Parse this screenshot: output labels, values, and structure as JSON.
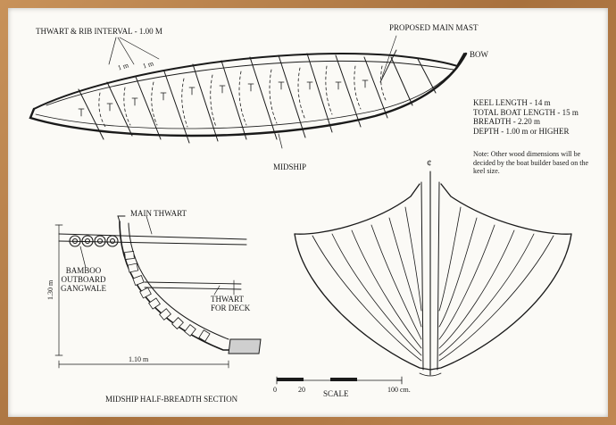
{
  "labels": {
    "thwart_rib": "THWART & RIB INTERVAL - 1.00 M",
    "proposed_mast": "PROPOSED MAIN MAST",
    "bow": "BOW",
    "midship": "MIDSHIP",
    "main_thwart": "MAIN THWART",
    "bamboo": [
      "BAMBOO",
      "OUTBOARD",
      "GANGWALE"
    ],
    "thwart_deck": [
      "THWART",
      "FOR DECK"
    ],
    "height_dim": "1.30 m",
    "width_dim": "1.10 m",
    "rib_1m_a": "1 m",
    "rib_1m_b": "1 m",
    "section_title": "MIDSHIP HALF-BREADTH SECTION",
    "scale": "SCALE",
    "scale_0": "0",
    "scale_20": "20",
    "scale_100": "100 cm.",
    "centerline": "ȼ"
  },
  "specs": [
    "KEEL LENGTH - 14 m",
    "TOTAL BOAT LENGTH - 15 m",
    "BREADTH - 2.20 m",
    "DEPTH - 1.00 m or HIGHER"
  ],
  "note": "Note: Other wood dimensions will be decided by the boat builder based on the keel size.",
  "colors": {
    "ink": "#1a1a1a",
    "paper": "#fbfaf6",
    "frame": "#b8804a"
  }
}
